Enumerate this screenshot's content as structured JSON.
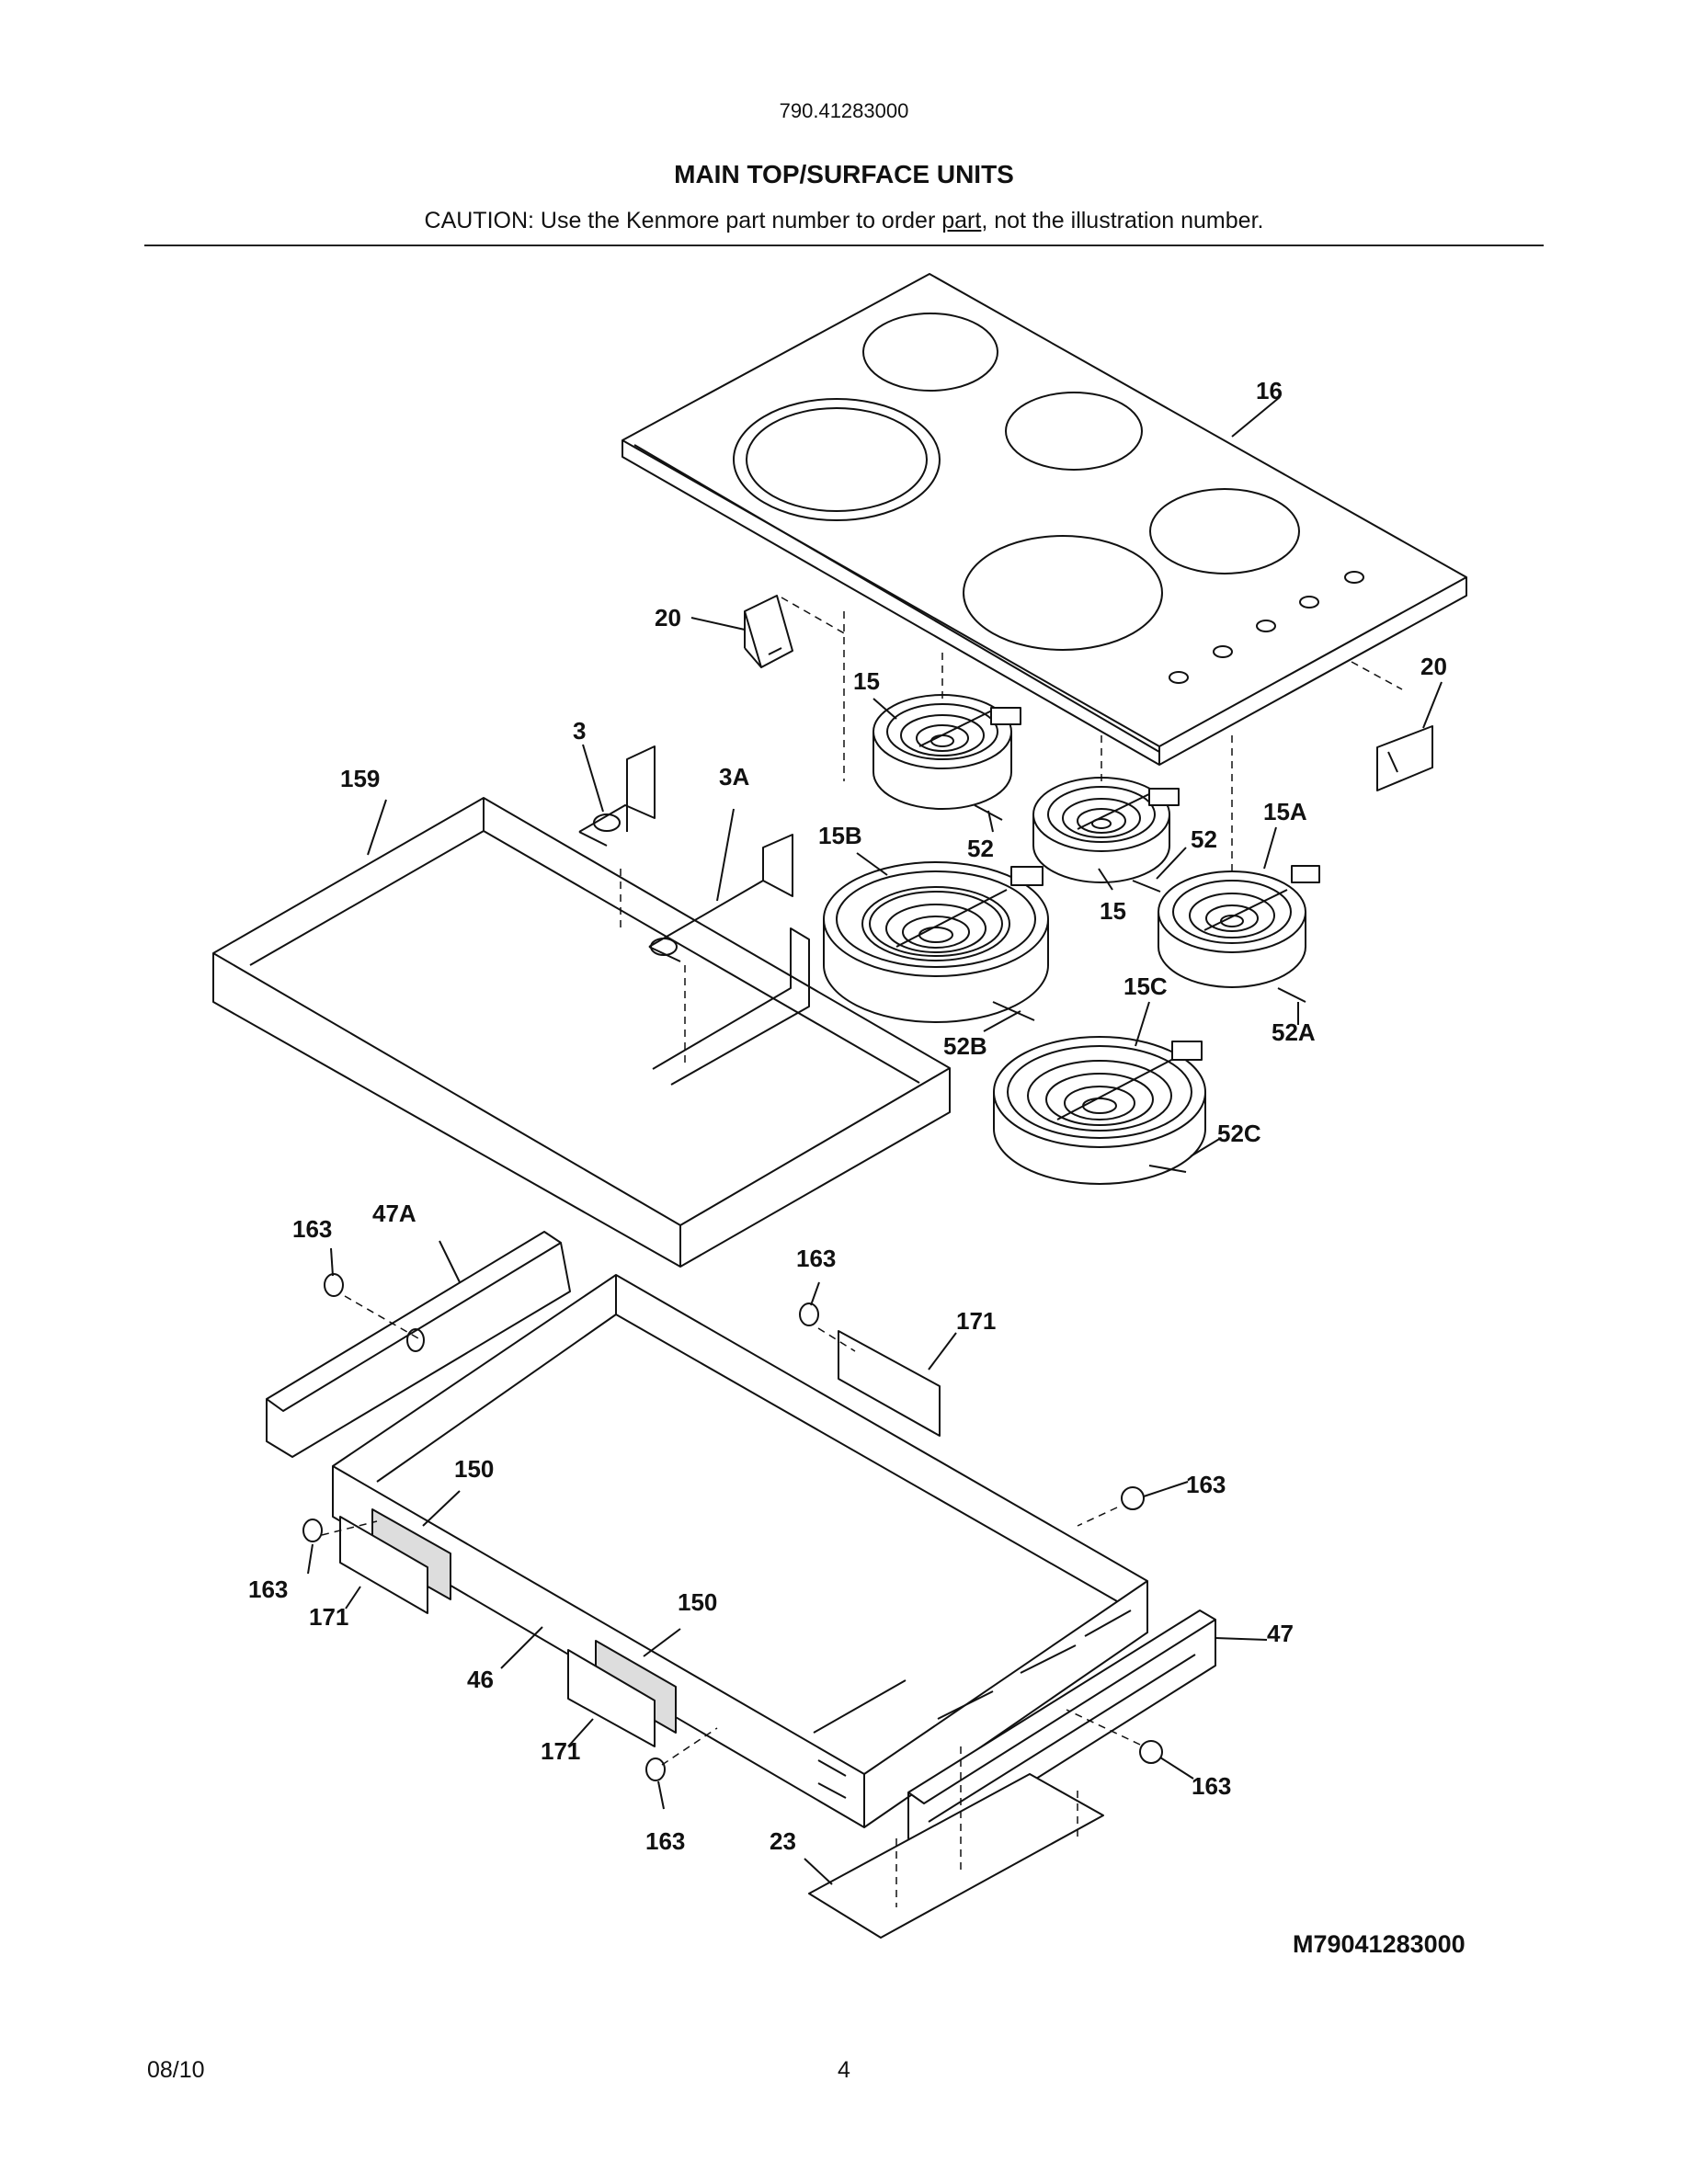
{
  "header": {
    "model_number": "790.41283000",
    "title": "MAIN TOP/SURFACE UNITS",
    "caution_before": "CAUTION: Use the Kenmore part number to order ",
    "caution_link": "part",
    "caution_after": ", not the illustration number."
  },
  "callouts": {
    "c16": "16",
    "c20a": "20",
    "c20b": "20",
    "c15a": "15",
    "c15b": "15",
    "c3": "3",
    "c3A": "3A",
    "c159": "159",
    "c15B": "15B",
    "c52a": "52",
    "c52b": "52",
    "c15A": "15A",
    "c15C": "15C",
    "c52B": "52B",
    "c52A": "52A",
    "c52C": "52C",
    "c163a": "163",
    "c47A": "47A",
    "c163b": "163",
    "c171a": "171",
    "c150a": "150",
    "c163c": "163",
    "c163d": "163",
    "c171b": "171",
    "c46": "46",
    "c150b": "150",
    "c47": "47",
    "c171c": "171",
    "c163e": "163",
    "c163f": "163",
    "c23": "23"
  },
  "footer": {
    "diagram_code": "M79041283000",
    "date": "08/10",
    "page_number": "4"
  }
}
